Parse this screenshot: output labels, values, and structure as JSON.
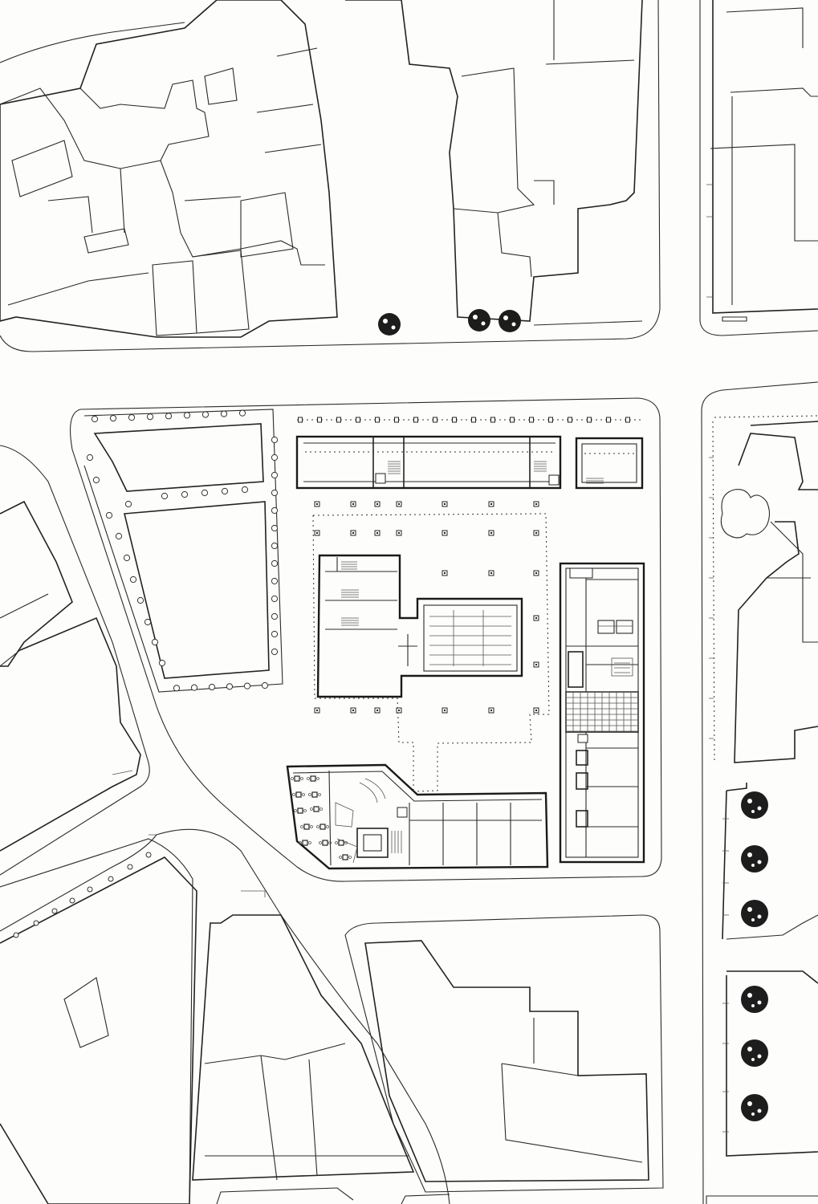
{
  "drawing": {
    "type": "architectural site plan",
    "text_labels": []
  },
  "colors": {
    "paper": "#fdfdfb",
    "ink": "#1a1a1a"
  },
  "symbols": [
    "tree-symbol",
    "column-marker",
    "colonnade-column",
    "staircase",
    "glazed-roof-grid"
  ]
}
